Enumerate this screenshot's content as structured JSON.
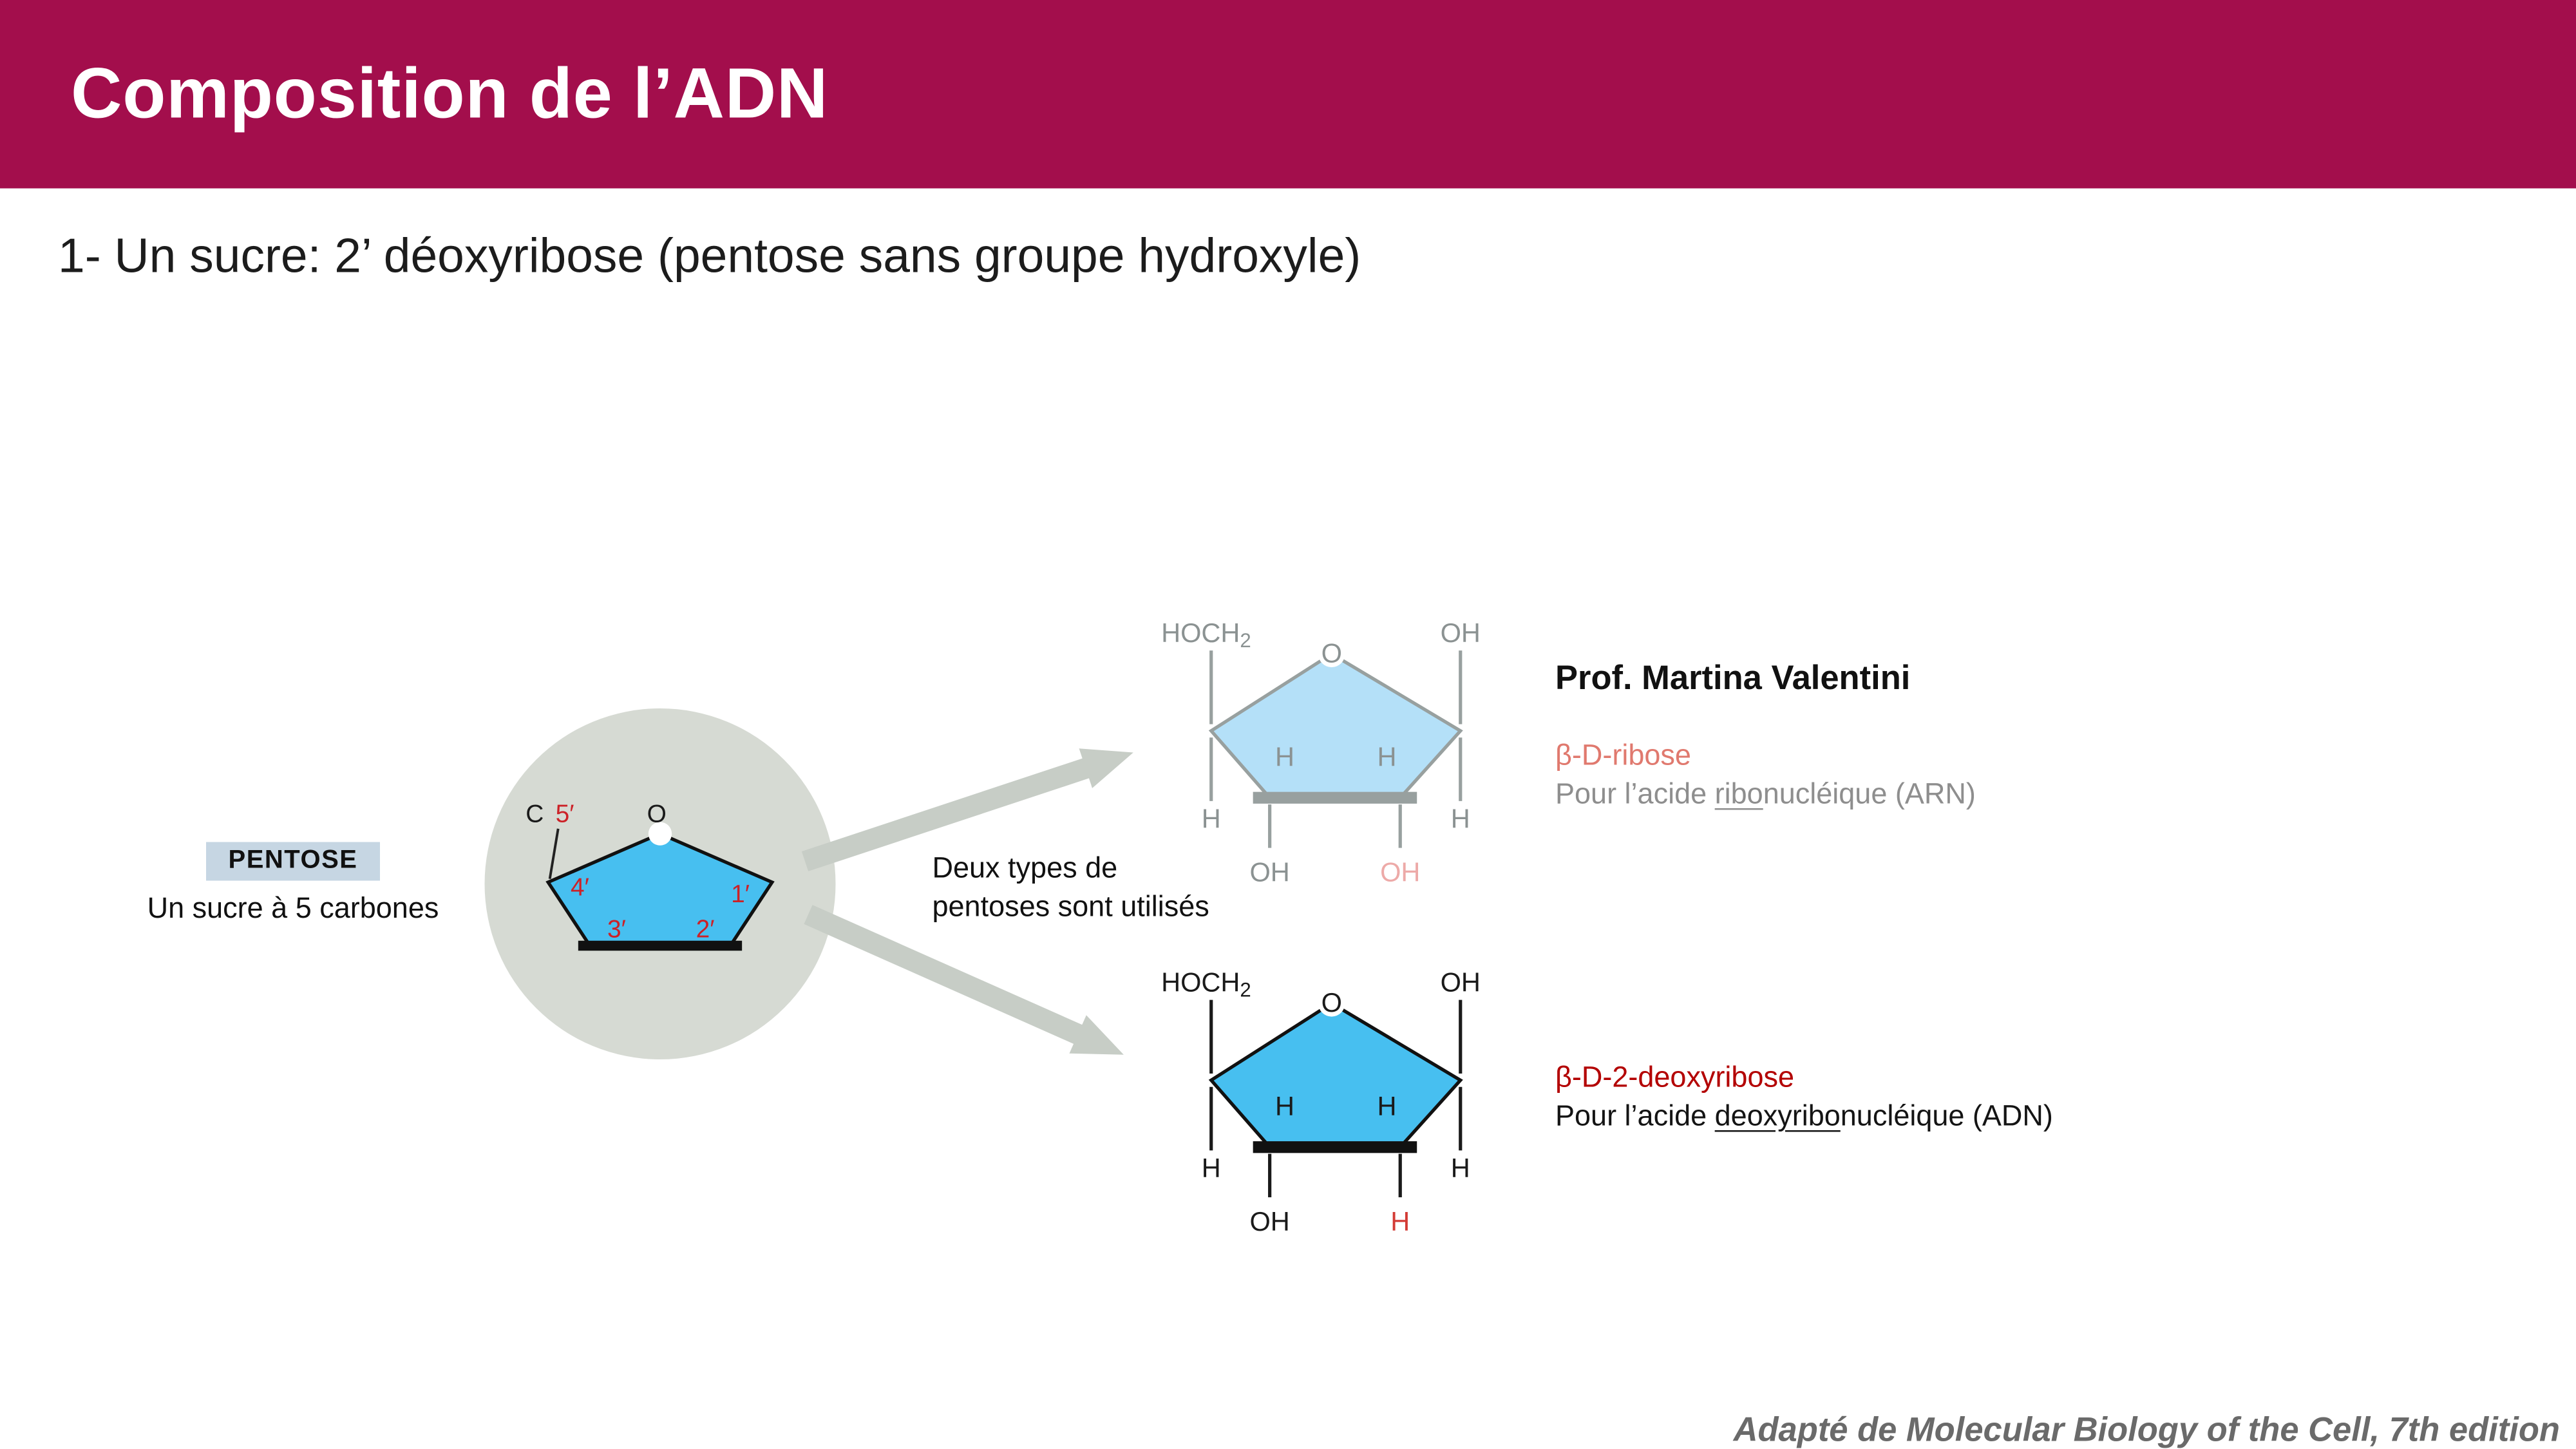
{
  "header": {
    "title": "Composition de l’ADN"
  },
  "subtitle": "1- Un sucre: 2’ déoxyribose (pentose sans groupe hydroxyle)",
  "colors": {
    "header_bg": "#a30e4c",
    "pentagon_blue": "#47bff0",
    "ribose_light_blue": "#b4e0f8",
    "ribose_name_color": "#e0796e",
    "deoxyribose_name_color": "#b30000",
    "highlight_red": "#cc2127",
    "circle_gray": "#d6dad3"
  },
  "pentose_box": {
    "label": "PENTOSE",
    "description": "Un sucre à 5 carbones"
  },
  "circle_diagram": {
    "c": "C",
    "five_prime": "5′",
    "o": "O",
    "four_prime": "4′",
    "one_prime": "1′",
    "three_prime": "3′",
    "two_prime": "2′"
  },
  "arrow_caption": {
    "line1": "Deux types de",
    "line2": "pentoses sont utilisés"
  },
  "professor": "Prof. Martina Valentini",
  "ribose": {
    "name": "β-D-ribose",
    "usage": {
      "prefix": "Pour l’acide ",
      "underlined": "ribo",
      "suffix": "nucléique (ARN)"
    },
    "labels": {
      "hoch2_main": "HOCH",
      "hoch2_sub": "2",
      "oh_top": "OH",
      "o": "O",
      "h_inner_left": "H",
      "h_inner_right": "H",
      "h_outer_left": "H",
      "h_outer_right": "H",
      "oh_bottom_left": "OH",
      "bottom_right": "OH"
    }
  },
  "deoxyribose": {
    "name": "β-D-2-deoxyribose",
    "usage": {
      "prefix": "Pour l’acide ",
      "underlined": "deoxyribo",
      "suffix": "nucléique (ADN)"
    },
    "labels": {
      "hoch2_main": "HOCH",
      "hoch2_sub": "2",
      "oh_top": "OH",
      "o": "O",
      "h_inner_left": "H",
      "h_inner_right": "H",
      "h_outer_left": "H",
      "h_outer_right": "H",
      "oh_bottom_left": "OH",
      "bottom_right": "H"
    }
  },
  "credit": "Adapté de Molecular Biology of the Cell, 7th edition"
}
